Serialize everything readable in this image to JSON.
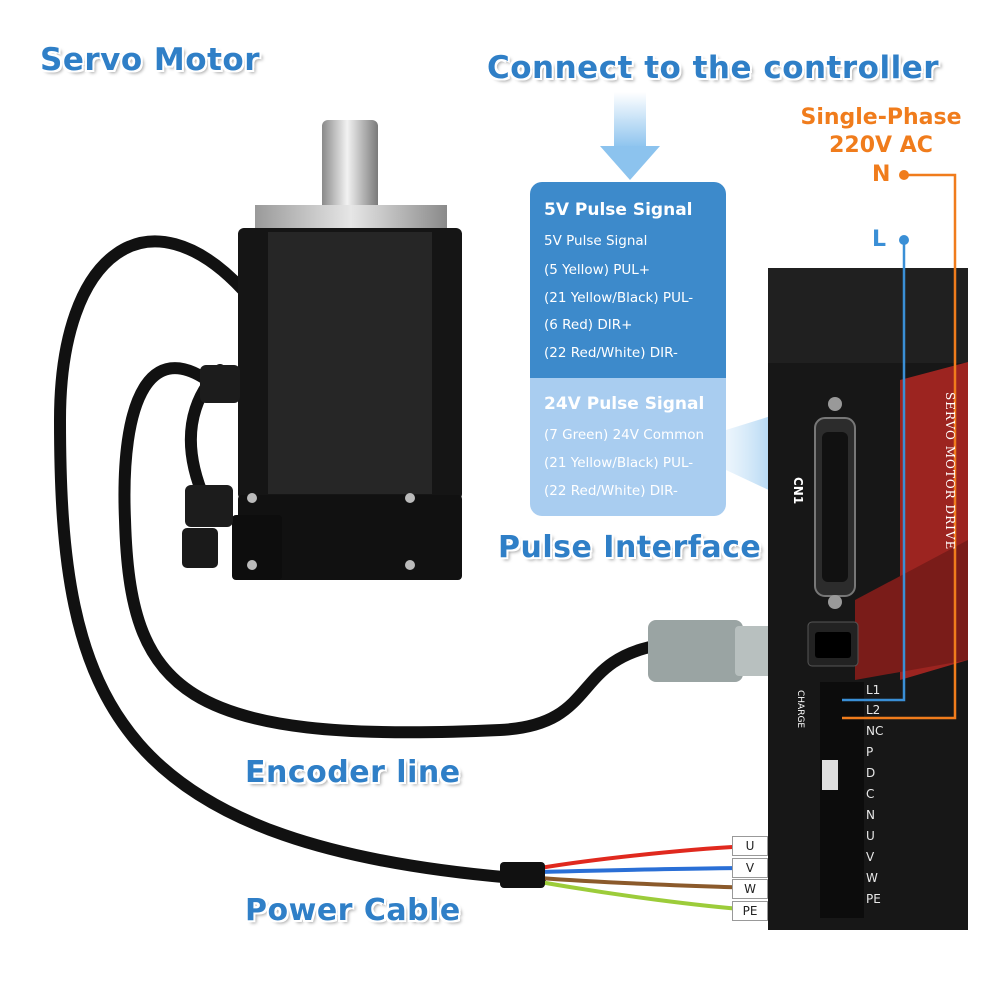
{
  "titles": {
    "servo_motor": "Servo Motor",
    "connect": "Connect to the controller",
    "pulse_interface": "Pulse Interface",
    "encoder_line": "Encoder line",
    "power_cable": "Power Cable"
  },
  "ac": {
    "title_line1": "Single-Phase",
    "title_line2": "220V AC",
    "n": "N",
    "l": "L"
  },
  "pulse_panel": {
    "five_v": {
      "heading": "5V Pulse Signal",
      "lines": [
        "5V Pulse Signal",
        "(5 Yellow) PUL+",
        "(21 Yellow/Black) PUL-",
        "(6 Red) DIR+",
        "(22 Red/White) DIR-"
      ]
    },
    "twentyfour_v": {
      "heading": "24V Pulse Signal",
      "lines": [
        "(7 Green) 24V Common",
        "(21 Yellow/Black) PUL-",
        "(22 Red/White) DIR-"
      ]
    }
  },
  "drive": {
    "label": "SERVO MOTOR DRIVE",
    "cn1": "CN1",
    "charge": "CHARGE",
    "terminals": [
      "L1",
      "L2",
      "NC",
      "P",
      "D",
      "C",
      "N",
      "U",
      "V",
      "W",
      "PE"
    ]
  },
  "wire_tags": [
    "U",
    "V",
    "W",
    "PE"
  ],
  "colors": {
    "title_blue": "#2f7fc7",
    "orange": "#f07c1c",
    "panel_dark": "#3d8acb",
    "panel_light": "#a9cdf0",
    "drive_red": "#9c2420"
  }
}
